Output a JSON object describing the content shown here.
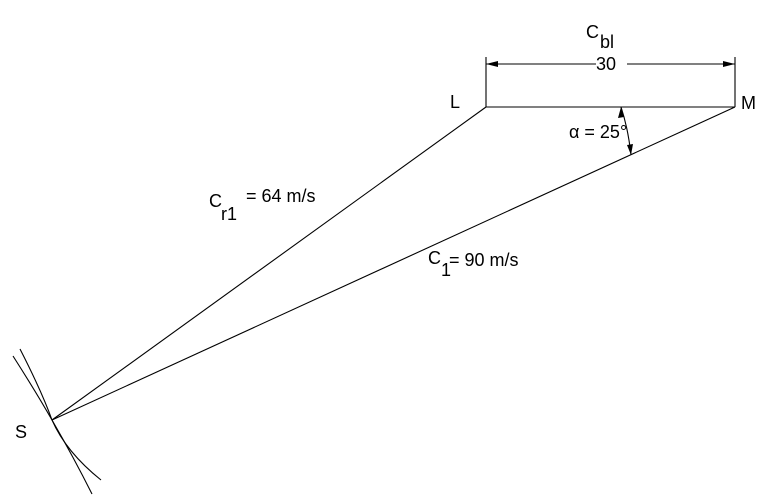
{
  "points": {
    "s": "S",
    "l": "L",
    "m": "M"
  },
  "labels": {
    "c_bl_main": "C",
    "c_bl_sub": "bl",
    "c_bl_value": "30",
    "c_r1_main": "C",
    "c_r1_sub": "r1",
    "c_r1_value": "= 64 m/s",
    "c_1_main": "C",
    "c_1_sub": "1",
    "c_1_value": "= 90 m/s",
    "alpha": "α = 25°"
  },
  "colors": {
    "stroke": "#000000",
    "background": "#ffffff"
  }
}
